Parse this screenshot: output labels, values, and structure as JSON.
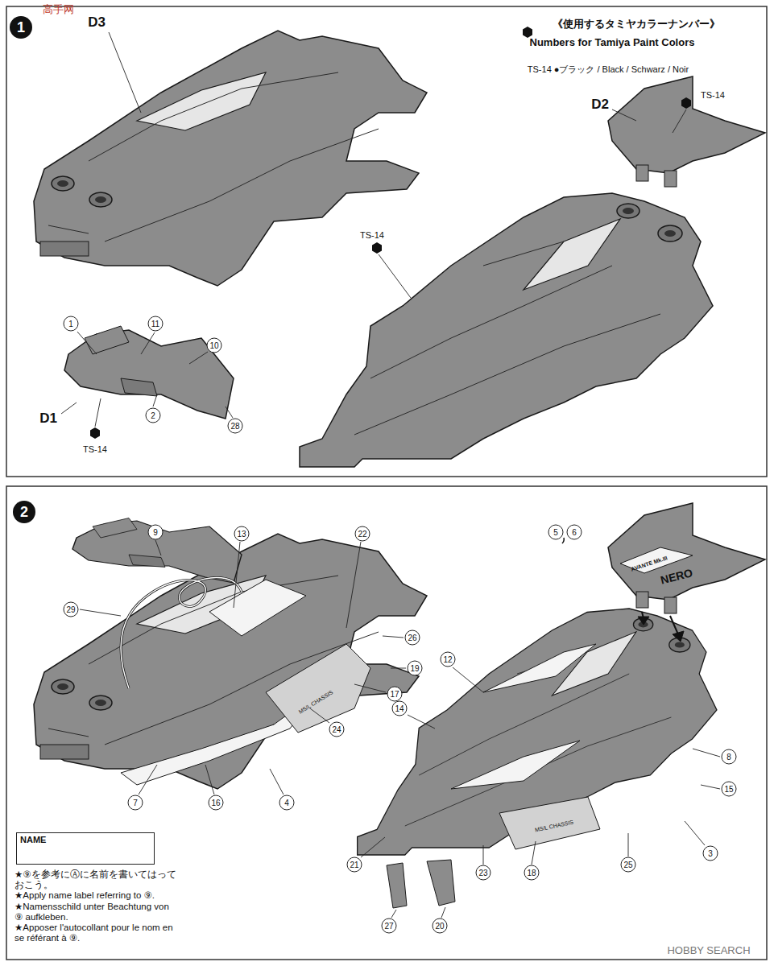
{
  "diagram": {
    "nodes": [
      {
        "text": [
          "NAME"
        ]
      }
    ],
    "labels": [
      "高手网",
      "1",
      "D3",
      "《使用するタミヤカラーナンバー》",
      "Numbers for Tamiya Paint Colors",
      "TS-14 ●ブラック / Black / Schwarz / Noir",
      "D2",
      "TS-14",
      "TS-14",
      "1",
      "11",
      "10",
      "D1",
      "2",
      "28",
      "TS-14",
      "2",
      "9",
      "13",
      "22",
      "5",
      "6",
      "29",
      "26",
      "19",
      "17",
      "12",
      "MS/L CHASSIS",
      "24",
      "14",
      "AVANTE Mk.III",
      "NERO",
      "8",
      "15",
      "7",
      "16",
      "4",
      "MS/L CHASSIS",
      "21",
      "23",
      "18",
      "25",
      "3",
      "★⑨を参考にⒶに名前を書いてはっておこう。",
      "★Apply name label referring to ⑨.",
      "★Namensschild unter Beachtung von ⑨ aufkleben.",
      "★Apposer l'autocollant pour le nom en se référant à ⑨.",
      "27",
      "20",
      "HOBBY SEARCH"
    ]
  }
}
